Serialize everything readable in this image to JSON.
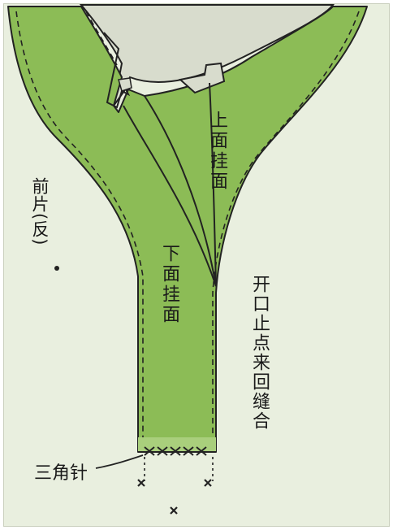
{
  "labels": {
    "upper_facing": "上面挂面",
    "lower_facing": "下面挂面",
    "front_piece": "前片(反)",
    "opening_note": "开口止点来回缝合",
    "catch_stitch": "三角针"
  },
  "colors": {
    "fabric_green": "#8cbc56",
    "paper": "#e9efdf",
    "lining": "#d8dccd",
    "outline": "#222222"
  }
}
